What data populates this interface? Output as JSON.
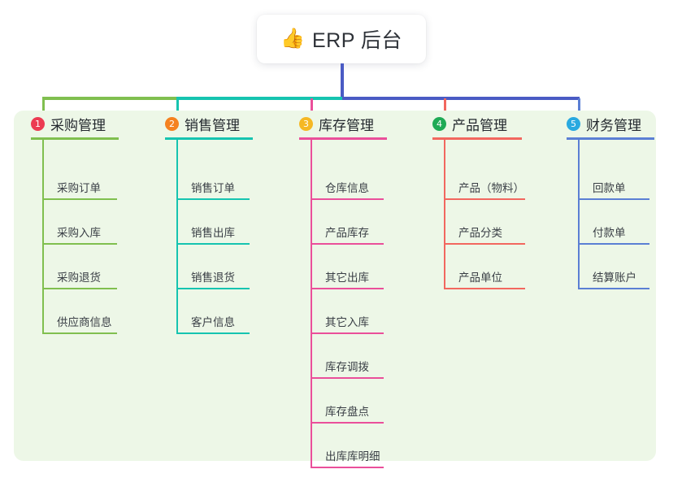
{
  "root": {
    "icon": "thumbs-up-icon",
    "emoji": "👍",
    "label": "ERP 后台"
  },
  "colors": {
    "panel_bg": "#edf7e7",
    "root_connector": "#4a5bc4",
    "green": "#80bf4f",
    "teal": "#16c4b0",
    "pink": "#ea4f9a",
    "salmon": "#f2675f",
    "blue": "#5b7fd4",
    "badge_1": "#ec3b52",
    "badge_2": "#f58220",
    "badge_3": "#f5b824",
    "badge_4": "#1faa55",
    "badge_5": "#29a9e0"
  },
  "columns": [
    {
      "number": "1",
      "title": "采购管理",
      "badge_color": "#ec3b52",
      "line_color": "#80bf4f",
      "items": [
        "采购订单",
        "采购入库",
        "采购退货",
        "供应商信息"
      ]
    },
    {
      "number": "2",
      "title": "销售管理",
      "badge_color": "#f58220",
      "line_color": "#16c4b0",
      "items": [
        "销售订单",
        "销售出库",
        "销售退货",
        "客户信息"
      ]
    },
    {
      "number": "3",
      "title": "库存管理",
      "badge_color": "#f5b824",
      "line_color": "#ea4f9a",
      "items": [
        "仓库信息",
        "产品库存",
        "其它出库",
        "其它入库",
        "库存调拨",
        "库存盘点",
        "出库库明细"
      ]
    },
    {
      "number": "4",
      "title": "产品管理",
      "badge_color": "#1faa55",
      "line_color": "#f2675f",
      "items": [
        "产品（物料）",
        "产品分类",
        "产品单位"
      ]
    },
    {
      "number": "5",
      "title": "财务管理",
      "badge_color": "#29a9e0",
      "line_color": "#5b7fd4",
      "items": [
        "回款单",
        "付款单",
        "结算账户"
      ]
    }
  ]
}
